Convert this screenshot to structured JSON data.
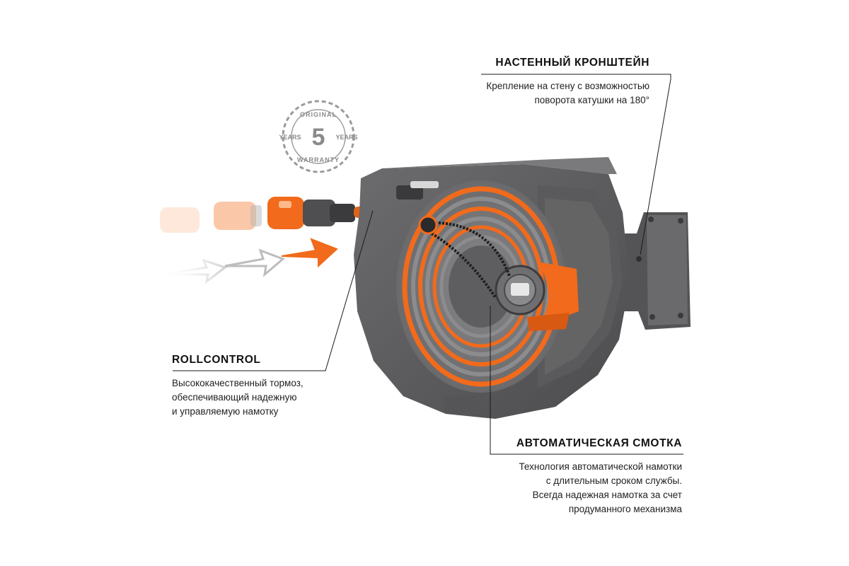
{
  "colors": {
    "accent": "#f26a1b",
    "housing": "#5f5f61",
    "housing_dark": "#454547",
    "background": "#ffffff"
  },
  "warranty_seal": {
    "top_text": "ORIGINAL",
    "bottom_text": "WARRANTY",
    "left_text": "YEARS",
    "right_text": "YEARS",
    "number": "5"
  },
  "callouts": {
    "wall_bracket": {
      "title": "НАСТЕННЫЙ КРОНШТЕЙН",
      "lines": [
        "Крепление на стену с возможностью",
        "поворота катушки на 180°"
      ]
    },
    "rollcontrol": {
      "title": "ROLLCONTROL",
      "lines": [
        "Высококачественный тормоз,",
        "обеспечивающий надежную",
        "и управляемую намотку"
      ]
    },
    "auto_rewind": {
      "title": "АВТОМАТИЧЕСКАЯ СМОТКА",
      "lines": [
        "Технология автоматической намотки",
        "с длительным сроком службы.",
        "Всегда надежная намотка за счет",
        "продуманного механизма"
      ]
    }
  }
}
